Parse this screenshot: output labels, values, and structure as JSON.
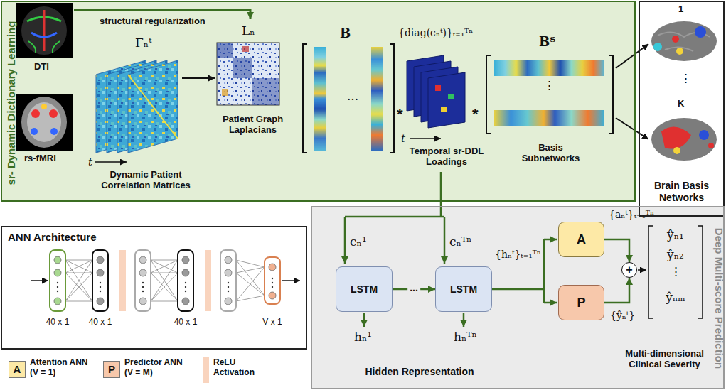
{
  "diagram": {
    "nodes": [
      {
        "text": [
          "sr- Dynamic Dictionary Learning"
        ]
      },
      {
        "text": [
          "Brain Basis Networks"
        ]
      },
      {
        "text": [
          "ANN Architecture"
        ]
      },
      {
        "text": [
          "Deep Multi-score Prediction"
        ]
      },
      {
        "text": [
          "LSTM"
        ],
        "in": 3
      },
      {
        "text": [
          "LSTM"
        ],
        "in": 3
      },
      {
        "text": [
          "A"
        ],
        "in": 3
      },
      {
        "text": [
          "P"
        ],
        "in": 3
      },
      {
        "text": [
          "+"
        ],
        "in": 3
      }
    ],
    "edges": [
      {
        "from": 4,
        "to": 5,
        "label": "...",
        "arrow": "to"
      },
      {
        "from": 6,
        "to": 8,
        "arrow": "to"
      },
      {
        "from": 7,
        "to": 8,
        "arrow": "to"
      }
    ],
    "labels": [
      "DTI",
      "rs-fMRI",
      "structural regularization",
      "Γₙᵗ",
      "t",
      "Dynamic Patient Correlation Matrices",
      "Lₙ",
      "Patient Graph Laplacians",
      "B",
      "...",
      "*",
      "{diag(cₙᵗ)}ₜ₌₁ᵀⁿ",
      "t",
      "Temporal sr-DDL Loadings",
      "*",
      "Bᵀ",
      "⋮",
      "Basis Subnetworks",
      "1",
      "⋮",
      "K",
      "40 x 1",
      "40 x 1",
      "40 x 1",
      "V x 1",
      "A",
      "P",
      "cₙ¹",
      "cₙᵀⁿ",
      "hₙ¹",
      "hₙᵀⁿ",
      "Hidden Representation",
      "{hₙᵗ}ₜ₌₁ᵀⁿ",
      "{aₙᵗ}ₜ₌₁ᵀⁿ",
      "{ŷₙᵗ}",
      "ŷₙ₁",
      "ŷₙ₂",
      "⋮",
      "ŷₙₘ",
      "Multi-dimensional Clinical Severity"
    ],
    "legend": [
      {
        "text": "Attention ANN (V = 1)",
        "color": "#fde9a6"
      },
      {
        "text": "Predictor ANN (V = M)",
        "color": "#f7c8ab"
      },
      {
        "text": "ReLU Activation",
        "color": "#f9d4be"
      }
    ]
  }
}
